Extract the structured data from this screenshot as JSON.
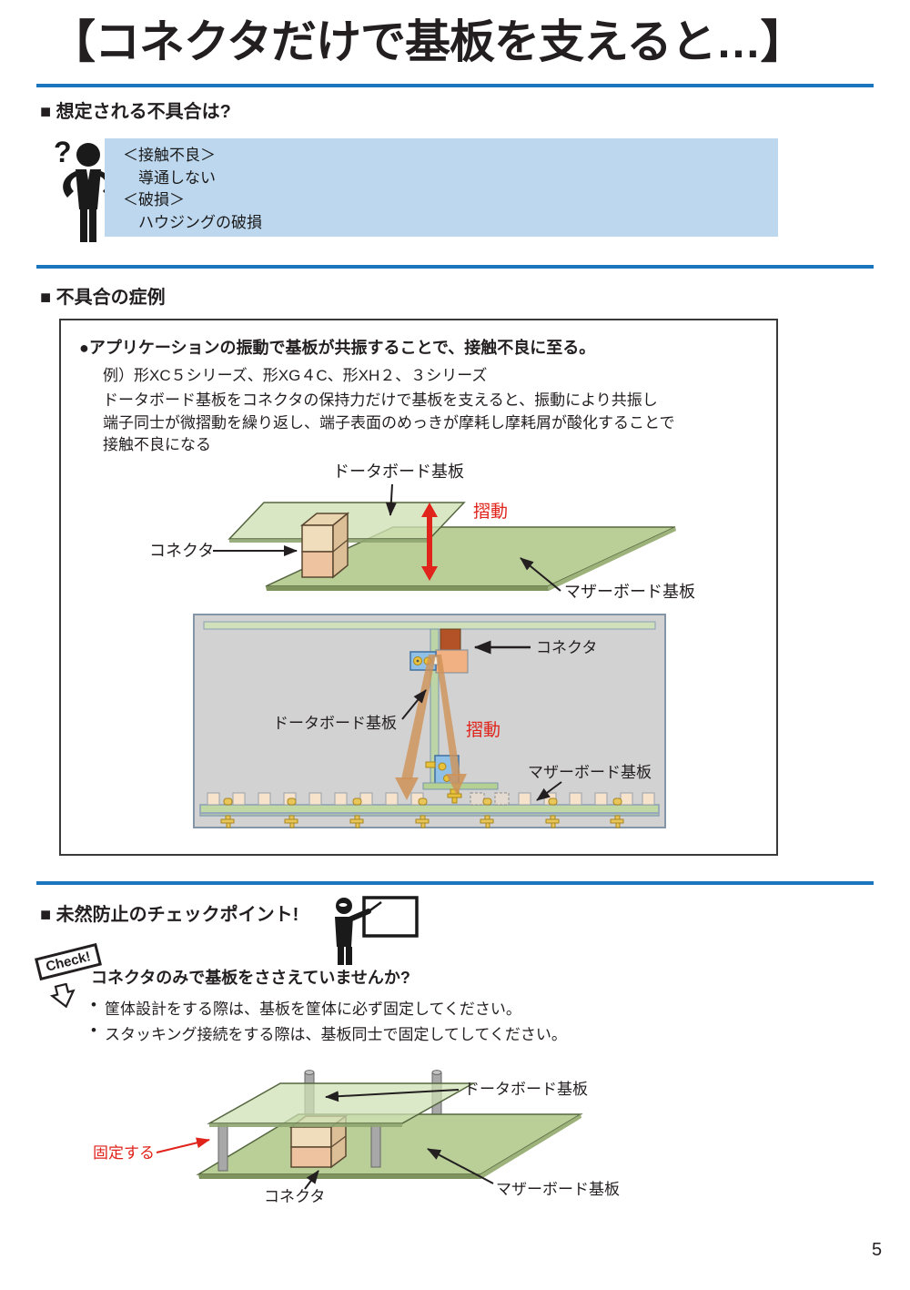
{
  "page": {
    "title": "【コネクタだけで基板を支えると…】",
    "page_number": "5"
  },
  "colors": {
    "accent_blue": "#1b75bc",
    "info_box_bg": "#bdd7ee",
    "alert_red": "#e0231b",
    "board_green": "#b9cf97",
    "connector_tan": "#f0ddbb",
    "diagram_bg_gray": "#d2d2d2"
  },
  "section_defects": {
    "heading": "■ 想定される不具合は?",
    "icon_question": "?",
    "box_lines": [
      "＜接触不良＞",
      "　導通しない",
      "＜破損＞",
      "　ハウジングの破損"
    ]
  },
  "section_symptoms": {
    "heading": "■ 不具合の症例",
    "lead": "●アプリケーションの振動で基板が共振することで、接触不良に至る。",
    "example": "例）形XC５シリーズ、形XG４C、形XH２、３シリーズ",
    "body_lines": [
      "ドータボード基板をコネクタの保持力だけで基板を支えると、振動により共振し",
      "端子同士が微摺動を繰り返し、端子表面のめっきが摩耗し摩耗屑が酸化することで",
      "接触不良になる"
    ],
    "diagram1": {
      "labels": {
        "daughter": "ドータボード基板",
        "slide": "摺動",
        "connector": "コネクタ",
        "mother": "マザーボード基板"
      }
    },
    "diagram2": {
      "labels": {
        "connector": "コネクタ",
        "daughter": "ドータボード基板",
        "slide": "摺動",
        "mother": "マザーボード基板"
      }
    }
  },
  "section_prevention": {
    "heading": "■ 未然防止のチェックポイント!",
    "check_badge": "Check!",
    "lead": "コネクタのみで基板をささえていませんか?",
    "bullet_marker": "•",
    "bullets": [
      "筐体設計をする際は、基板を筐体に必ず固定してください。",
      "スタッキング接続をする際は、基板同士で固定してしてください。"
    ],
    "diagram3": {
      "labels": {
        "fix": "固定する",
        "connector": "コネクタ",
        "daughter": "ドータボード基板",
        "mother": "マザーボード基板"
      }
    }
  }
}
